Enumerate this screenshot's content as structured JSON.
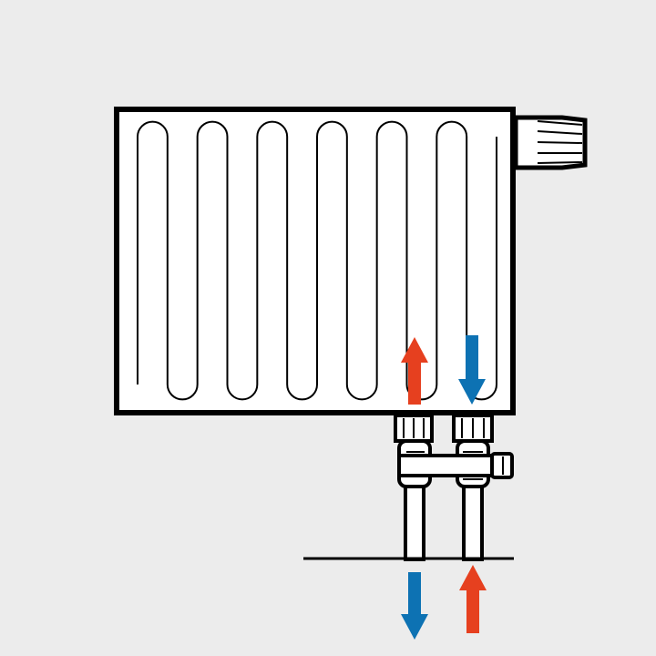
{
  "diagram": {
    "background": "#ececec",
    "outline_color": "#000000",
    "fill_color": "#ffffff",
    "radiator": {
      "fin_count": 12,
      "thermostatic_head": "thermostat-head-icon"
    },
    "flow_colors": {
      "hot": "#e6401f",
      "cold": "#0d72b3"
    },
    "flow_arrows": [
      {
        "name": "radiator-supply-arrow",
        "direction": "up",
        "kind": "hot"
      },
      {
        "name": "radiator-return-arrow",
        "direction": "down",
        "kind": "cold"
      },
      {
        "name": "floor-return-arrow",
        "direction": "down",
        "kind": "cold"
      },
      {
        "name": "floor-supply-arrow",
        "direction": "up",
        "kind": "hot"
      }
    ]
  }
}
